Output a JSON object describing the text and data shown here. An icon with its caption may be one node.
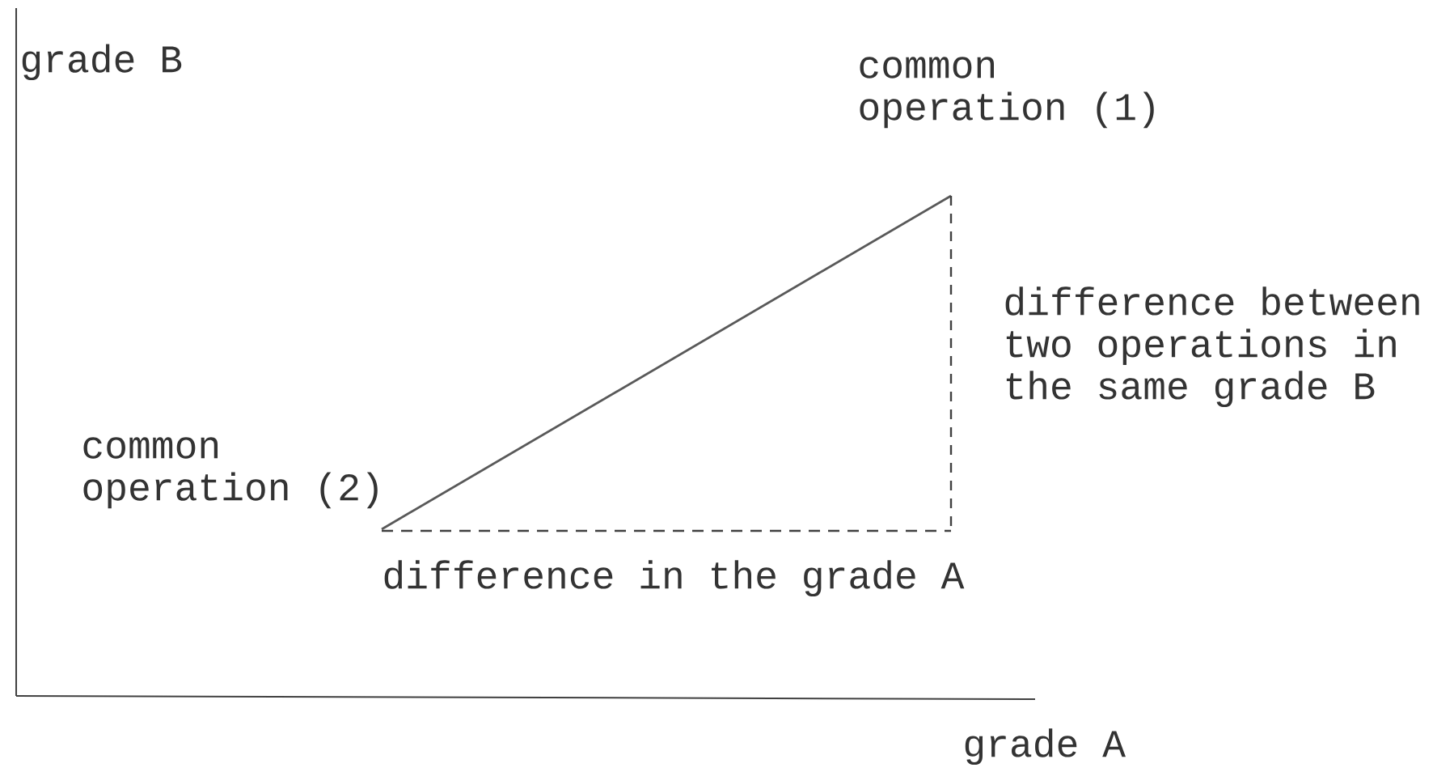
{
  "diagram": {
    "labels": [
      "grade B",
      "common operation (1)",
      "difference between two operations in the same grade B",
      "common operation (2)",
      "difference in the grade A",
      "grade A"
    ]
  }
}
